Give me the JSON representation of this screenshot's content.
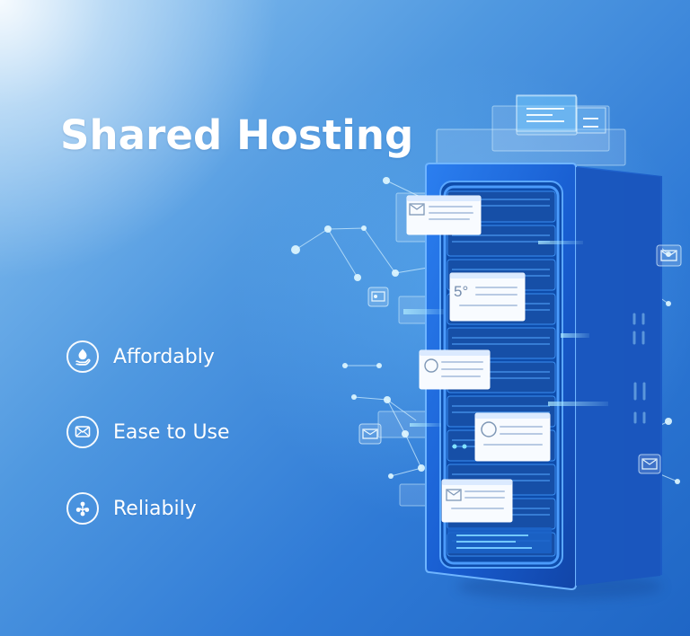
{
  "hero": {
    "title": "Shared Hosting"
  },
  "features": [
    {
      "label": "Affordably",
      "icon": "affordable-icon"
    },
    {
      "label": "Ease to Use",
      "icon": "ease-to-use-icon"
    },
    {
      "label": "Reliabily",
      "icon": "reliability-icon"
    }
  ],
  "illustration": {
    "subject": "server-rack-illustration",
    "icons": [
      "mail-icon",
      "profile-card-icon",
      "network-node-icon"
    ]
  },
  "colors": {
    "primary_blue": "#2f7ad6",
    "deep_blue": "#0e4cab",
    "highlight_cyan": "#83e3ff",
    "text_white": "#ffffff"
  }
}
